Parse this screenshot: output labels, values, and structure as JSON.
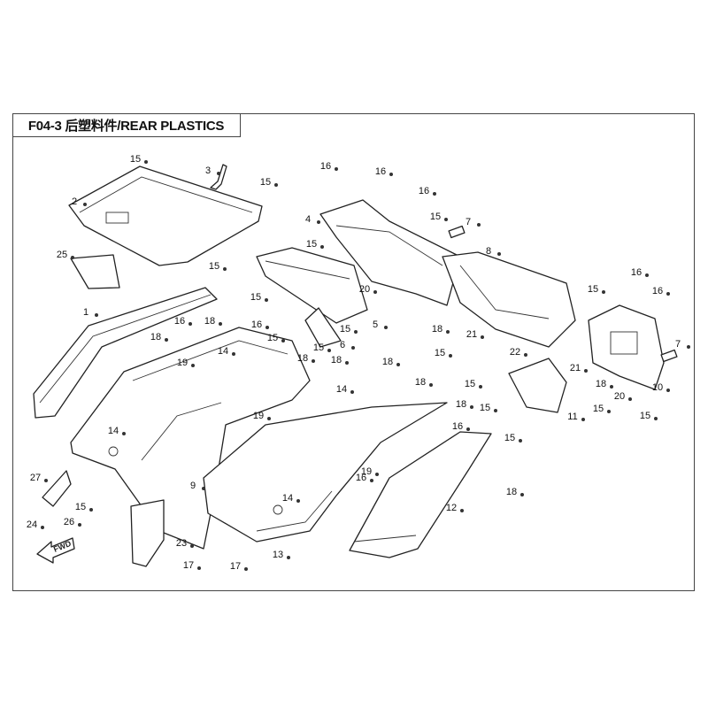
{
  "diagram": {
    "title": "F04-3 后塑料件/REAR PLASTICS",
    "fwd_label": "FWD",
    "callouts": [
      "15",
      "3",
      "15",
      "2",
      "16",
      "16",
      "16",
      "4",
      "15",
      "7",
      "15",
      "25",
      "8",
      "15",
      "20",
      "15",
      "1",
      "16",
      "18",
      "18",
      "16",
      "5",
      "15",
      "6",
      "15",
      "15",
      "14",
      "19",
      "18",
      "18",
      "18",
      "18",
      "15",
      "21",
      "22",
      "18",
      "15",
      "21",
      "16",
      "16",
      "15",
      "7",
      "18",
      "20",
      "10",
      "15",
      "15",
      "15",
      "11",
      "18",
      "16",
      "15",
      "14",
      "14",
      "19",
      "9",
      "16",
      "19",
      "18",
      "12",
      "14",
      "13",
      "27",
      "15",
      "24",
      "26",
      "23",
      "17",
      "17"
    ]
  }
}
